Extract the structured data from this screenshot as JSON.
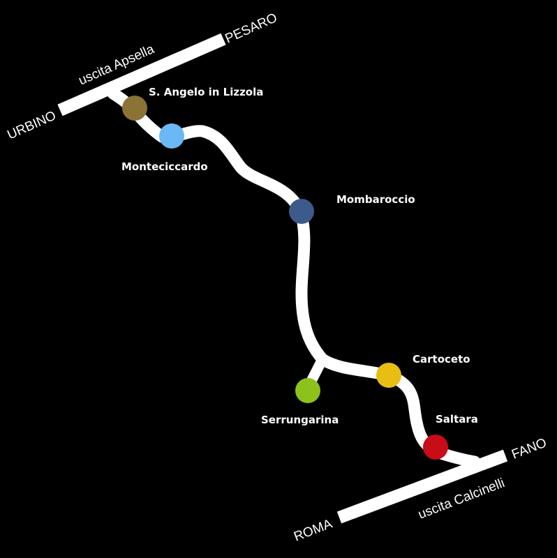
{
  "roads": {
    "top": {
      "west_label": "URBINO",
      "east_label": "PESARO",
      "exit_label": "uscita Apsella"
    },
    "bottom": {
      "west_label": "ROMA",
      "east_label": "FANO",
      "exit_label": "uscita Calcinelli"
    }
  },
  "stops": [
    {
      "name": "S. Angelo in Lizzola",
      "color": "#8a7334"
    },
    {
      "name": "Monteciccardo",
      "color": "#6ab8f5"
    },
    {
      "name": "Mombaroccio",
      "color": "#3d5a8c"
    },
    {
      "name": "Cartoceto",
      "color": "#e8be12"
    },
    {
      "name": "Serrungarina",
      "color": "#8cc21a"
    },
    {
      "name": "Saltara",
      "color": "#c80c18"
    }
  ],
  "colors": {
    "background": "#000000",
    "route": "#ffffff",
    "text": "#ffffff"
  }
}
